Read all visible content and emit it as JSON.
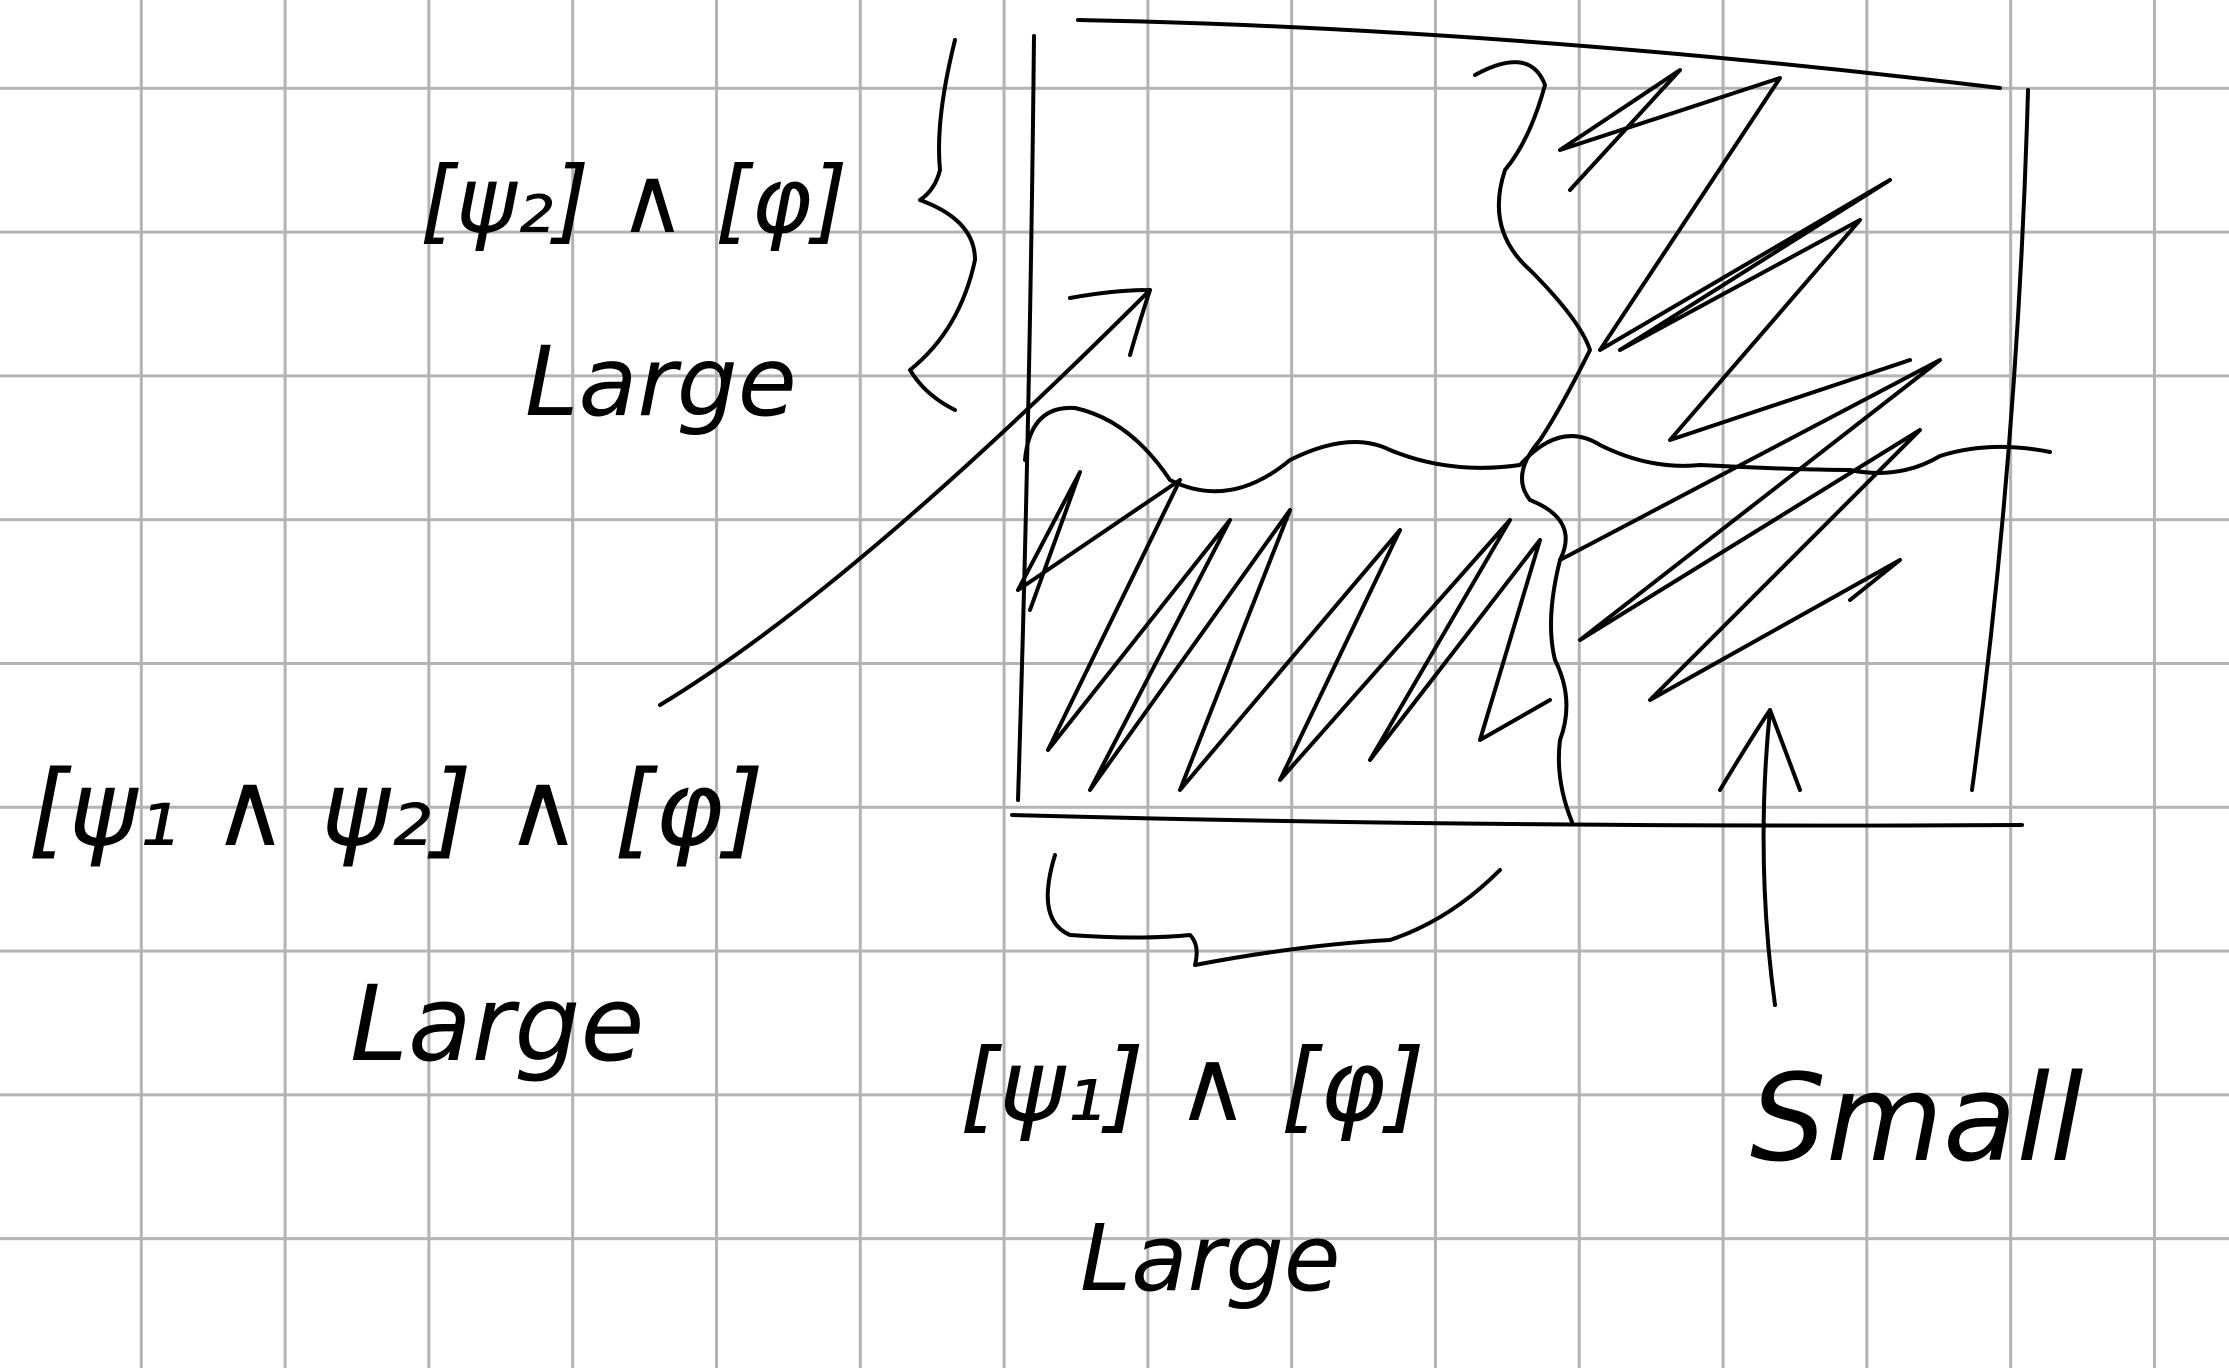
{
  "labels": {
    "top_left_formula": "[ψ₂] ∧ [φ]",
    "top_left_size": "Large",
    "middle_left_formula": "[ψ₁ ∧ ψ₂] ∧ [φ]",
    "middle_left_size": "Large",
    "bottom_formula": "[ψ₁] ∧ [φ]",
    "bottom_size": "Large",
    "right_size": "Small"
  },
  "colors": {
    "ink": "#000000",
    "grid": "#b3b3b3",
    "paper": "#ffffff"
  }
}
